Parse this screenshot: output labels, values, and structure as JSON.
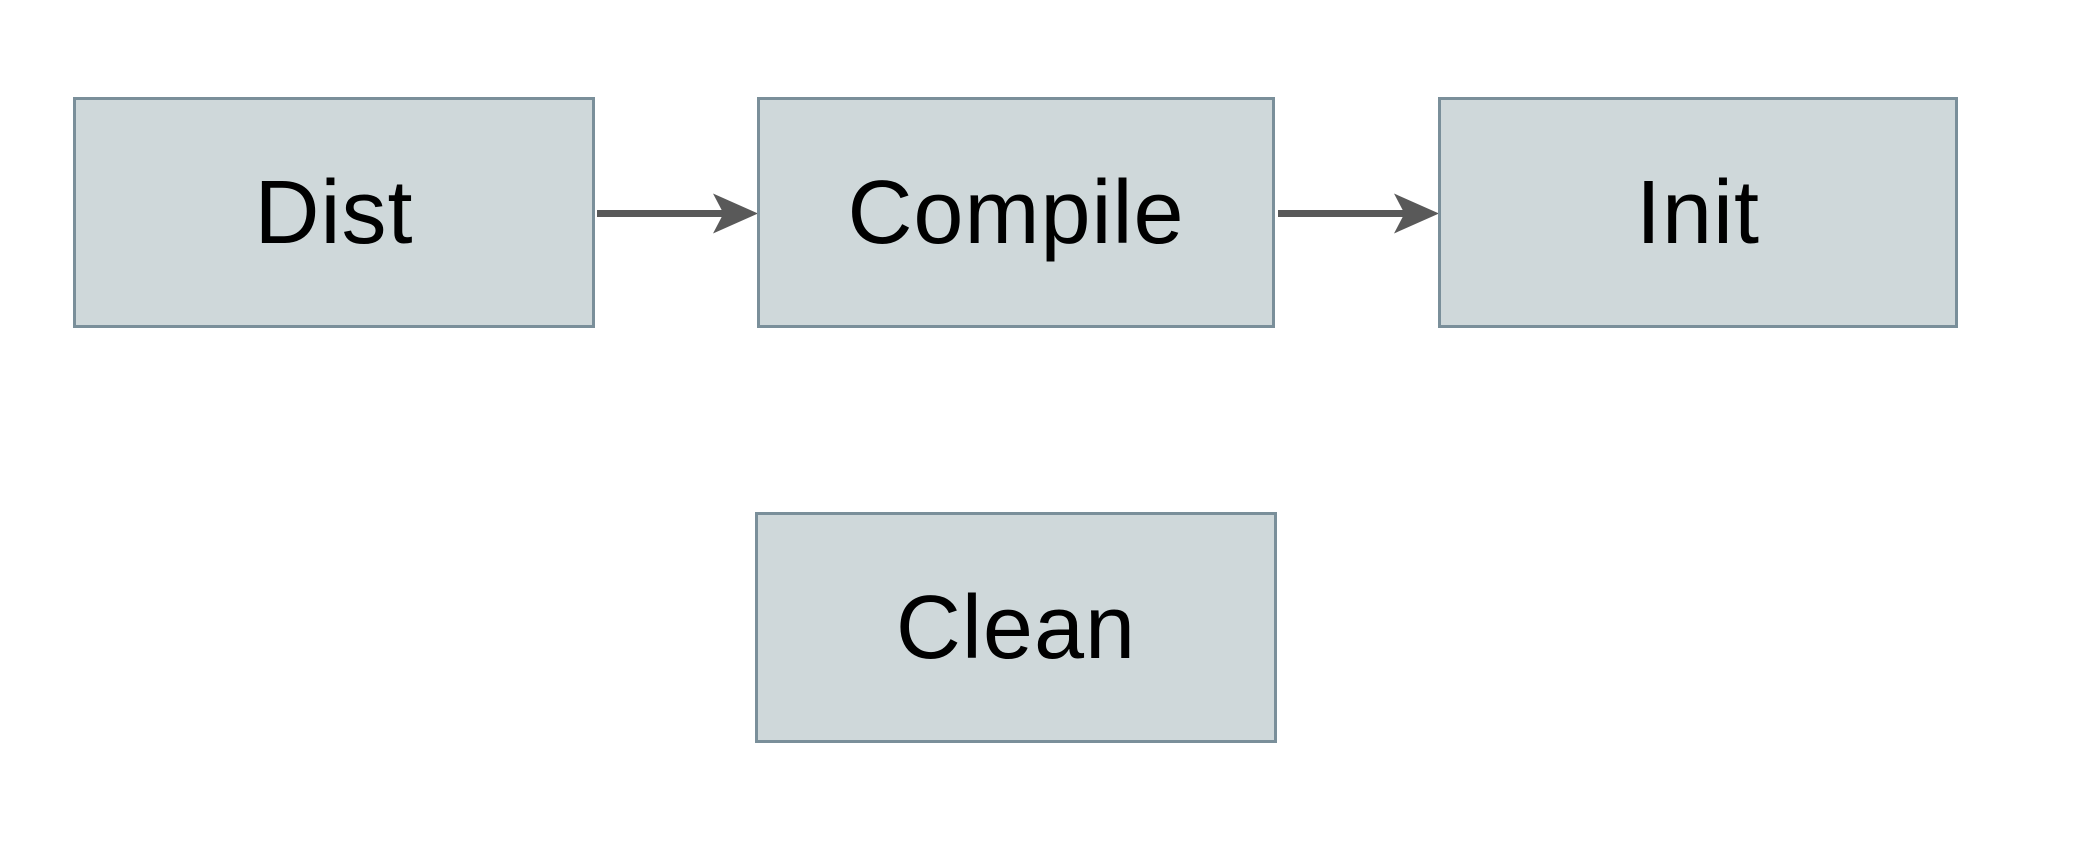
{
  "diagram": {
    "nodes": [
      {
        "id": "dist",
        "label": "Dist"
      },
      {
        "id": "compile",
        "label": "Compile"
      },
      {
        "id": "init",
        "label": "Init"
      },
      {
        "id": "clean",
        "label": "Clean"
      }
    ],
    "edges": [
      {
        "from": "dist",
        "to": "compile",
        "style": "arrow-right"
      },
      {
        "from": "compile",
        "to": "init",
        "style": "arrow-right"
      }
    ]
  },
  "colors": {
    "canvas-bg": "#ffffff",
    "node-fill": "#cfd8da",
    "node-border": "#7a8f9a",
    "arrow": "#595959",
    "node-text": "#000000"
  }
}
